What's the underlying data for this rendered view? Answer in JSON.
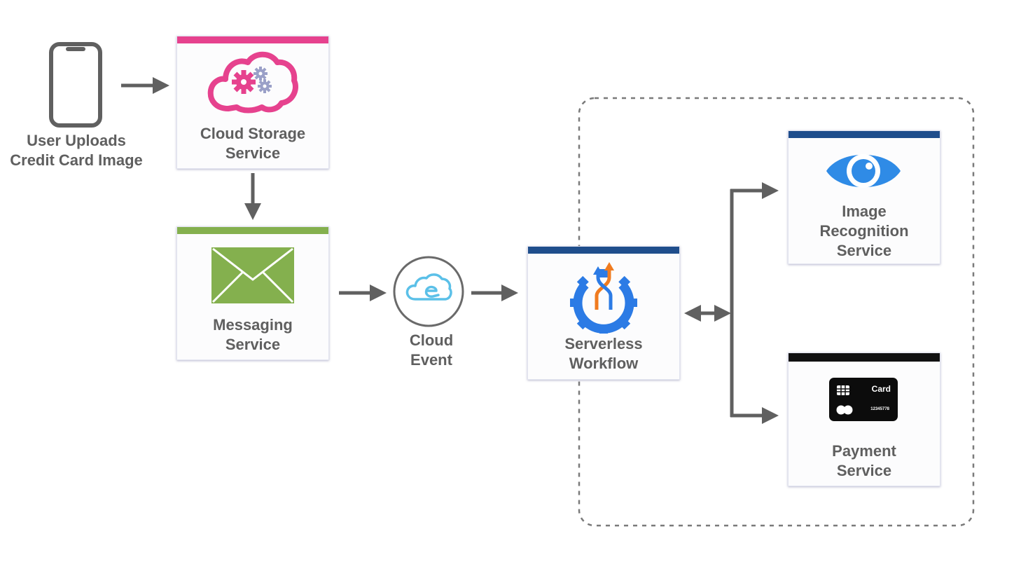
{
  "user": {
    "label_line1": "User Uploads",
    "label_line2": "Credit Card Image"
  },
  "storage": {
    "title_line1": "Cloud Storage",
    "title_line2": "Service",
    "color": "#e6428e"
  },
  "messaging": {
    "title_line1": "Messaging",
    "title_line2": "Service",
    "color": "#84b04e"
  },
  "cloud_event": {
    "label_line1": "Cloud",
    "label_line2": "Event",
    "color": "#5bc0e8"
  },
  "workflow": {
    "title_line1": "Serverless",
    "title_line2": "Workflow",
    "color": "#1f4e8c"
  },
  "image_recognition": {
    "title_line1": "Image",
    "title_line2": "Recognition",
    "title_line3": "Service",
    "color": "#1f4e8c"
  },
  "payment": {
    "title_line1": "Payment",
    "title_line2": "Service",
    "color": "#111111",
    "card_label": "Card",
    "card_number": "12345778"
  },
  "colors": {
    "text": "#5f5f5f",
    "arrow": "#606060",
    "eye_blue": "#2f8be6",
    "gear_blue": "#2c7be5",
    "orange": "#f07b1f"
  }
}
